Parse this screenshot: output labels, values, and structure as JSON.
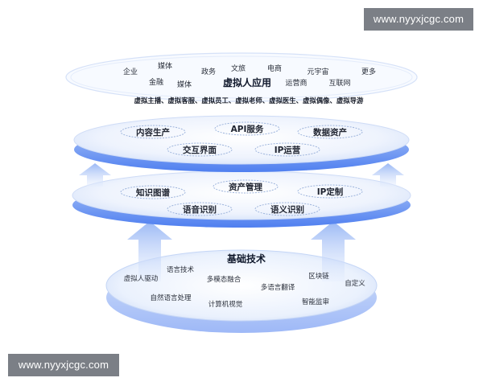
{
  "colors": {
    "layer_edge": "#4f7ff0",
    "layer_top": "#eef4ff",
    "pill_stroke": "#9db4dc",
    "arrow_fill": "#b8cdfa",
    "text_dark": "#1f2430",
    "title_dark": "#10182b",
    "watermark_bg": "#7b7f86"
  },
  "watermarks": {
    "top": "www.nyyxjcgc.com",
    "bottom": "www.nyyxjcgc.com"
  },
  "top_layer": {
    "title": "虚拟人应用",
    "industries": [
      "企业",
      "媒体",
      "政务",
      "文旅",
      "电商",
      "元宇宙",
      "更多",
      "金融",
      "媒体",
      "运营商",
      "互联网"
    ],
    "applications": "虚拟主播、虚拟客服、虚拟员工、虚拟老师、虚拟医生、虚拟偶像、虚拟导游"
  },
  "middle_layer_1": {
    "items": [
      "内容生产",
      "API服务",
      "数据资产",
      "交互界面",
      "IP运营"
    ]
  },
  "middle_layer_2": {
    "items": [
      "知识图谱",
      "资产管理",
      "IP定制",
      "语音识别",
      "语义识别"
    ]
  },
  "base_layer": {
    "title": "基础技术",
    "items": [
      "语言技术",
      "区块链",
      "虚拟人驱动",
      "多模态融合",
      "多语言翻译",
      "自定义",
      "自然语言处理",
      "计算机视觉",
      "智能监审"
    ]
  },
  "icons": [
    "arrow-up-icon"
  ]
}
